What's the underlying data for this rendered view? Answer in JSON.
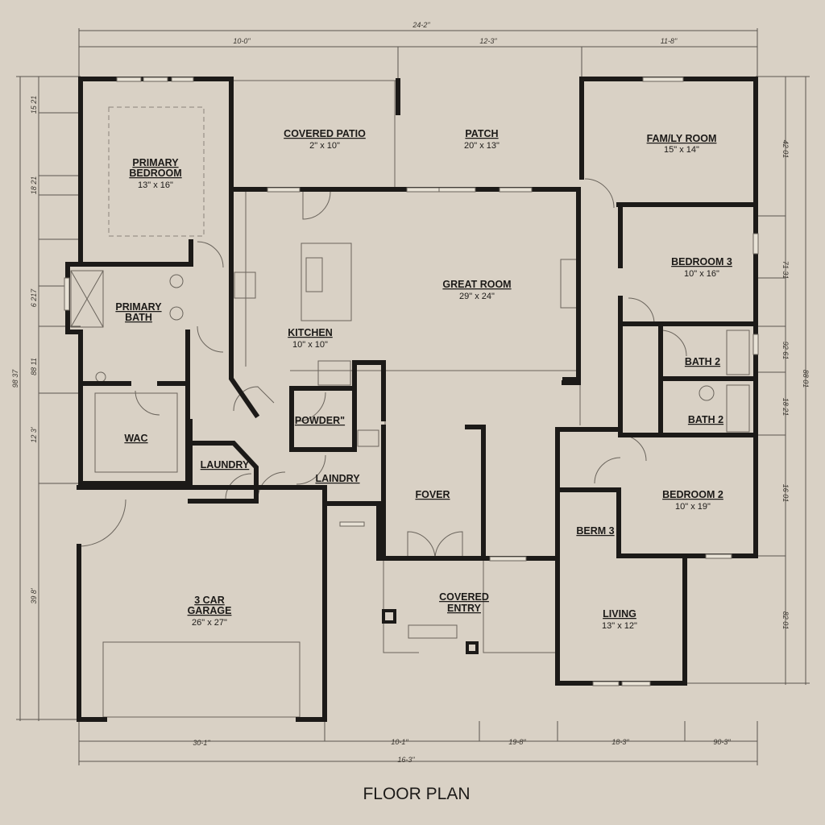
{
  "title": "FLOOR PLAN",
  "dimensions": {
    "top_overall": "24-2\"",
    "top": [
      "10-0\"",
      "12-3\"",
      "11-8\""
    ],
    "bottom": [
      "30-1\"",
      "10-1\"",
      "19-8\"",
      "18-3\"",
      "90-3\""
    ],
    "bottom_overall": "16-3\"",
    "left": [
      "15 21",
      "18 21",
      "6 217",
      "88 11",
      "12 3'",
      "39 8'"
    ],
    "left_overall": "98 37",
    "right": [
      "42 01",
      "71 31",
      "92 61",
      "18 21",
      "16 01",
      "82 01"
    ],
    "right_overall": "88 01"
  },
  "rooms": {
    "primary_bedroom": {
      "name_1": "PRIMARY",
      "name_2": "BEDROOM",
      "size": "13\" x 16\""
    },
    "covered_patio": {
      "name": "COVERED PATIO",
      "size": "2\" x 10\""
    },
    "patch": {
      "name": "PATCH",
      "size": "20\" x 13\""
    },
    "family_room": {
      "name": "FAM/LY ROOM",
      "size": "15\" x 14\""
    },
    "bedroom_3": {
      "name": "BEDROOM 3",
      "size": "10\" x 16\""
    },
    "great_room": {
      "name": "GREAT ROOM",
      "size": "29\" x 24\""
    },
    "primary_bath": {
      "name_1": "PRIMARY",
      "name_2": "BATH"
    },
    "kitchen": {
      "name": "KITCHEN",
      "size": "10\" x 10\""
    },
    "bath_2a": {
      "name": "BATH 2"
    },
    "bath_2b": {
      "name": "BATH 2"
    },
    "wac": {
      "name": "WAC"
    },
    "powder": {
      "name": "POWDER\""
    },
    "laundry_1": {
      "name": "LAUNDRY"
    },
    "laundry_2": {
      "name": "LAINDRY"
    },
    "foyer": {
      "name": "FOVER"
    },
    "bedroom_2": {
      "name": "BEDROOM 2",
      "size": "10\" x 19\""
    },
    "berm_3": {
      "name": "BERM 3"
    },
    "garage": {
      "name_1": "3 CAR",
      "name_2": "GARAGE",
      "size": "26\" x 27\""
    },
    "covered_entry": {
      "name_1": "COVERED",
      "name_2": "ENTRY"
    },
    "living": {
      "name": "LIVING",
      "size": "13\" x 12\""
    }
  }
}
